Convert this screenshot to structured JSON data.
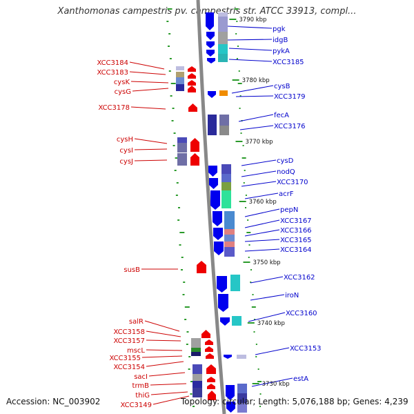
{
  "title": "Xanthomonas campestris pv. campestris str. ATCC 33913, compl...",
  "footer": {
    "accession": "Accession: NC_003902",
    "summary": "Topology: circular; Length: 5,076,188 bp; Genes: 4,239"
  },
  "colors": {
    "backbone": "#888888",
    "tick": "#2a9a2a",
    "forward_label": "#0000cc",
    "reverse_label": "#cc0000",
    "forward_gene": "#0000ee",
    "reverse_gene": "#ee0000"
  },
  "scale_labels": [
    "3790 kbp",
    "3780 kbp",
    "3770 kbp",
    "3760 kbp",
    "3750 kbp",
    "3740 kbp",
    "3730 kbp"
  ],
  "forward_genes": [
    "pgk",
    "idgB",
    "pykA",
    "XCC3185",
    "cysB",
    "XCC3179",
    "fecA",
    "XCC3176",
    "cysD",
    "nodQ",
    "XCC3170",
    "acrF",
    "pepN",
    "XCC3167",
    "XCC3166",
    "XCC3165",
    "XCC3164",
    "XCC3162",
    "iroN",
    "XCC3160",
    "XCC3153",
    "estA"
  ],
  "reverse_genes": [
    "XCC3184",
    "XCC3183",
    "cysK",
    "cysG",
    "XCC3178",
    "cysH",
    "cysI",
    "cysJ",
    "susB",
    "salR",
    "XCC3158",
    "XCC3157",
    "mscL",
    "XCC3155",
    "XCC3154",
    "sacI",
    "trmB",
    "thiG",
    "XCC3149"
  ]
}
